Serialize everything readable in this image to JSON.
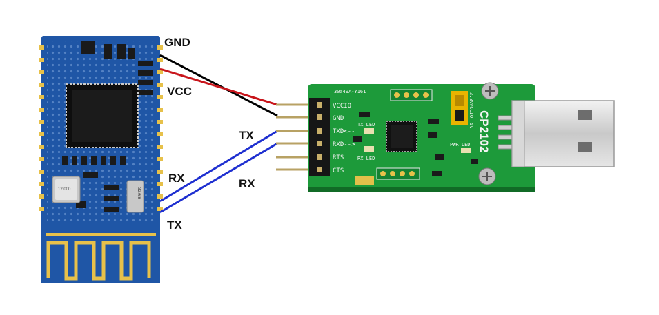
{
  "labels": {
    "left_gnd": "GND",
    "left_vcc": "VCC",
    "left_rx": "RX",
    "left_tx": "TX",
    "mid_tx": "TX",
    "mid_rx": "RX"
  },
  "adapter": {
    "model": "CP2102",
    "serial": "30a49A-Y161",
    "pins": [
      "VCCIO",
      "GND",
      "TXD<--",
      "RXD-->",
      "RTS",
      "CTS"
    ],
    "tx_led": "TX LED",
    "rx_led": "RX LED",
    "pwr_led": "PWR LED",
    "jumper_labels": [
      "3.3V",
      "VCCIO",
      "5V"
    ]
  },
  "module": {
    "crystal": "12.000",
    "crystal2": "32768"
  },
  "colors": {
    "module_pcb": "#1f56a6",
    "adapter_pcb": "#1d9a3a",
    "wire_gnd": "#000000",
    "wire_vcc": "#c8151b",
    "wire_data": "#1e2fd0"
  }
}
